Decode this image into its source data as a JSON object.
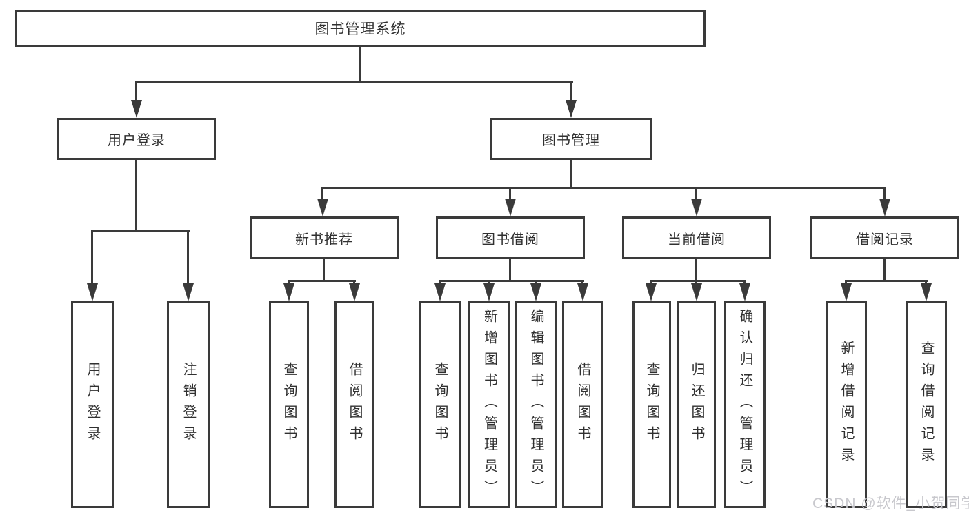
{
  "diagram": {
    "root": {
      "label": "图书管理系统"
    },
    "level2": {
      "user_login": {
        "label": "用户登录"
      },
      "book_mgmt": {
        "label": "图书管理"
      }
    },
    "level3": {
      "new_books": {
        "label": "新书推荐"
      },
      "borrowing": {
        "label": "图书借阅"
      },
      "current": {
        "label": "当前借阅"
      },
      "records": {
        "label": "借阅记录"
      }
    },
    "leaves": {
      "login": {
        "label": "用户登录"
      },
      "logout": {
        "label": "注销登录"
      },
      "nb_query": {
        "label": "查询图书"
      },
      "nb_borrow": {
        "label": "借阅图书"
      },
      "bb_query": {
        "label": "查询图书"
      },
      "bb_add": {
        "label": "新增图书（管理员）"
      },
      "bb_edit": {
        "label": "编辑图书（管理员）"
      },
      "bb_borrow": {
        "label": "借阅图书"
      },
      "cur_query": {
        "label": "查询图书"
      },
      "cur_return": {
        "label": "归还图书"
      },
      "cur_confirm": {
        "label": "确认归还（管理员）"
      },
      "rec_add": {
        "label": "新增借阅记录"
      },
      "rec_query": {
        "label": "查询借阅记录"
      }
    }
  },
  "colors": {
    "line": "#3a3a3a",
    "text": "#303030",
    "watermark": "#c8c8cd"
  },
  "watermark": {
    "text": "CSDN @软件_小贺同学"
  }
}
